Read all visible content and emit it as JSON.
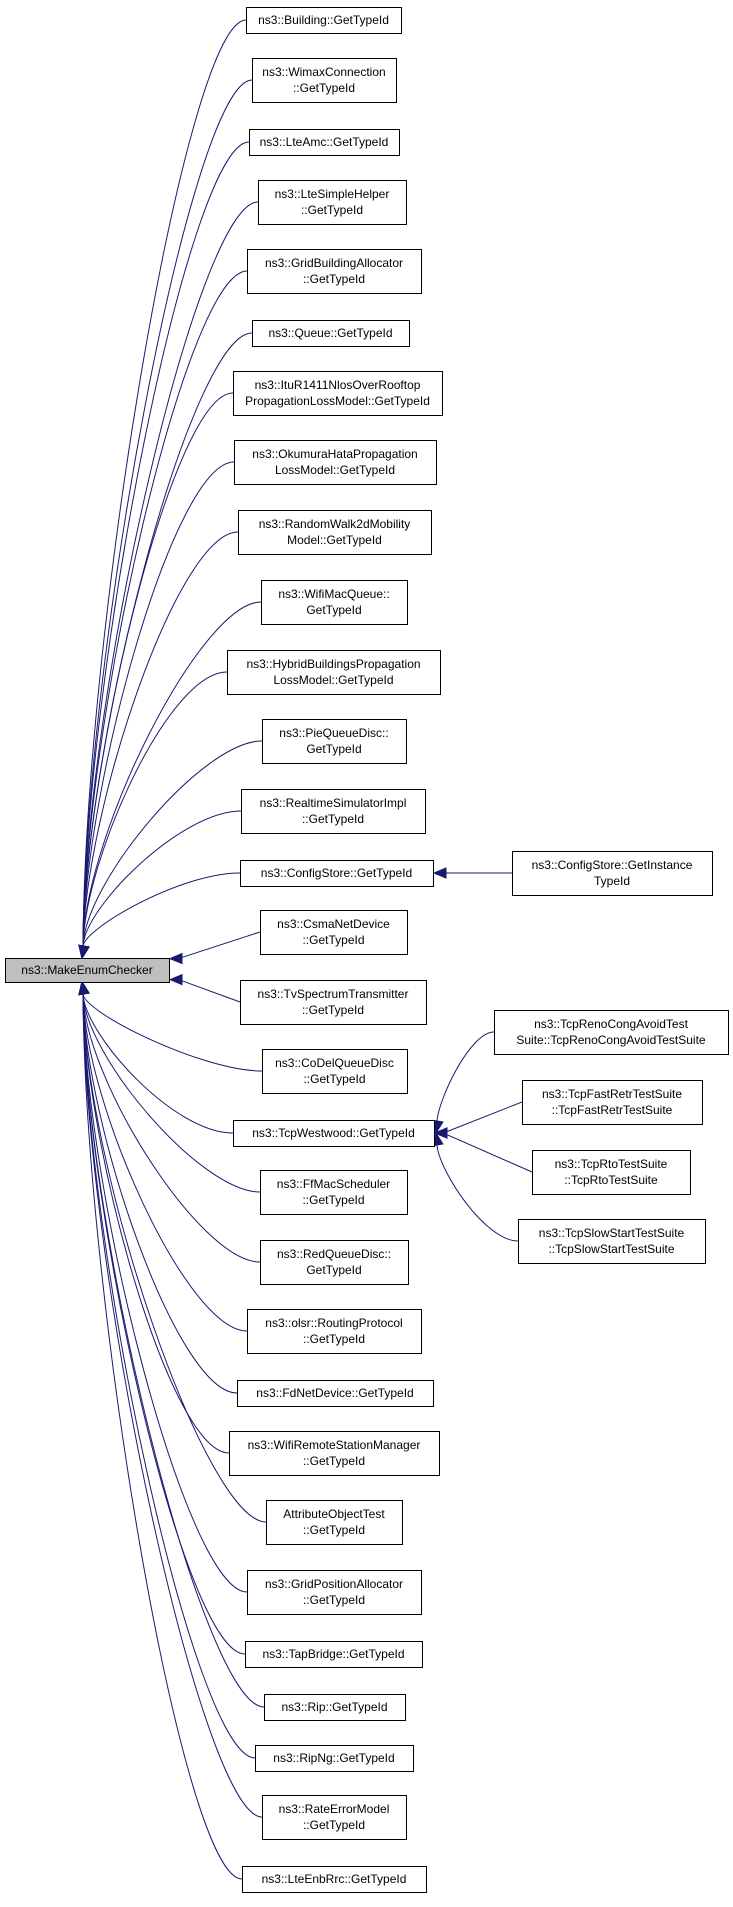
{
  "root": {
    "id": "root",
    "lines": [
      "ns3::MakeEnumChecker"
    ]
  },
  "callers": [
    {
      "id": "n1",
      "lines": [
        "ns3::Building::GetTypeId"
      ]
    },
    {
      "id": "n2",
      "lines": [
        "ns3::WimaxConnection",
        "::GetTypeId"
      ]
    },
    {
      "id": "n3",
      "lines": [
        "ns3::LteAmc::GetTypeId"
      ]
    },
    {
      "id": "n4",
      "lines": [
        "ns3::LteSimpleHelper",
        "::GetTypeId"
      ]
    },
    {
      "id": "n5",
      "lines": [
        "ns3::GridBuildingAllocator",
        "::GetTypeId"
      ]
    },
    {
      "id": "n6",
      "lines": [
        "ns3::Queue::GetTypeId"
      ]
    },
    {
      "id": "n7",
      "lines": [
        "ns3::ItuR1411NlosOverRooftop",
        "PropagationLossModel::GetTypeId"
      ]
    },
    {
      "id": "n8",
      "lines": [
        "ns3::OkumuraHataPropagation",
        "LossModel::GetTypeId"
      ]
    },
    {
      "id": "n9",
      "lines": [
        "ns3::RandomWalk2dMobility",
        "Model::GetTypeId"
      ]
    },
    {
      "id": "n10",
      "lines": [
        "ns3::WifiMacQueue::",
        "GetTypeId"
      ]
    },
    {
      "id": "n11",
      "lines": [
        "ns3::HybridBuildingsPropagation",
        "LossModel::GetTypeId"
      ]
    },
    {
      "id": "n12",
      "lines": [
        "ns3::PieQueueDisc::",
        "GetTypeId"
      ]
    },
    {
      "id": "n13",
      "lines": [
        "ns3::RealtimeSimulatorImpl",
        "::GetTypeId"
      ]
    },
    {
      "id": "n14",
      "lines": [
        "ns3::ConfigStore::GetTypeId"
      ]
    },
    {
      "id": "n15",
      "lines": [
        "ns3::CsmaNetDevice",
        "::GetTypeId"
      ]
    },
    {
      "id": "n16",
      "lines": [
        "ns3::TvSpectrumTransmitter",
        "::GetTypeId"
      ]
    },
    {
      "id": "n17",
      "lines": [
        "ns3::CoDelQueueDisc",
        "::GetTypeId"
      ]
    },
    {
      "id": "n18",
      "lines": [
        "ns3::TcpWestwood::GetTypeId"
      ]
    },
    {
      "id": "n19",
      "lines": [
        "ns3::FfMacScheduler",
        "::GetTypeId"
      ]
    },
    {
      "id": "n20",
      "lines": [
        "ns3::RedQueueDisc::",
        "GetTypeId"
      ]
    },
    {
      "id": "n21",
      "lines": [
        "ns3::olsr::RoutingProtocol",
        "::GetTypeId"
      ]
    },
    {
      "id": "n22",
      "lines": [
        "ns3::FdNetDevice::GetTypeId"
      ]
    },
    {
      "id": "n23",
      "lines": [
        "ns3::WifiRemoteStationManager",
        "::GetTypeId"
      ]
    },
    {
      "id": "n24",
      "lines": [
        "AttributeObjectTest",
        "::GetTypeId"
      ]
    },
    {
      "id": "n25",
      "lines": [
        "ns3::GridPositionAllocator",
        "::GetTypeId"
      ]
    },
    {
      "id": "n26",
      "lines": [
        "ns3::TapBridge::GetTypeId"
      ]
    },
    {
      "id": "n27",
      "lines": [
        "ns3::Rip::GetTypeId"
      ]
    },
    {
      "id": "n28",
      "lines": [
        "ns3::RipNg::GetTypeId"
      ]
    },
    {
      "id": "n29",
      "lines": [
        "ns3::RateErrorModel",
        "::GetTypeId"
      ]
    },
    {
      "id": "n30",
      "lines": [
        "ns3::LteEnbRrc::GetTypeId"
      ]
    }
  ],
  "secondary": [
    {
      "id": "s1",
      "lines": [
        "ns3::ConfigStore::GetInstance",
        "TypeId"
      ]
    },
    {
      "id": "s2",
      "lines": [
        "ns3::TcpRenoCongAvoidTest",
        "Suite::TcpRenoCongAvoidTestSuite"
      ]
    },
    {
      "id": "s3",
      "lines": [
        "ns3::TcpFastRetrTestSuite",
        "::TcpFastRetrTestSuite"
      ]
    },
    {
      "id": "s4",
      "lines": [
        "ns3::TcpRtoTestSuite",
        "::TcpRtoTestSuite"
      ]
    },
    {
      "id": "s5",
      "lines": [
        "ns3::TcpSlowStartTestSuite",
        "::TcpSlowStartTestSuite"
      ]
    }
  ],
  "edges": [
    {
      "from": "n1",
      "to": "root"
    },
    {
      "from": "n2",
      "to": "root"
    },
    {
      "from": "n3",
      "to": "root"
    },
    {
      "from": "n4",
      "to": "root"
    },
    {
      "from": "n5",
      "to": "root"
    },
    {
      "from": "n6",
      "to": "root"
    },
    {
      "from": "n7",
      "to": "root"
    },
    {
      "from": "n8",
      "to": "root"
    },
    {
      "from": "n9",
      "to": "root"
    },
    {
      "from": "n10",
      "to": "root"
    },
    {
      "from": "n11",
      "to": "root"
    },
    {
      "from": "n12",
      "to": "root"
    },
    {
      "from": "n13",
      "to": "root"
    },
    {
      "from": "n14",
      "to": "root"
    },
    {
      "from": "n15",
      "to": "root"
    },
    {
      "from": "n16",
      "to": "root"
    },
    {
      "from": "n17",
      "to": "root"
    },
    {
      "from": "n18",
      "to": "root"
    },
    {
      "from": "n19",
      "to": "root"
    },
    {
      "from": "n20",
      "to": "root"
    },
    {
      "from": "n21",
      "to": "root"
    },
    {
      "from": "n22",
      "to": "root"
    },
    {
      "from": "n23",
      "to": "root"
    },
    {
      "from": "n24",
      "to": "root"
    },
    {
      "from": "n25",
      "to": "root"
    },
    {
      "from": "n26",
      "to": "root"
    },
    {
      "from": "n27",
      "to": "root"
    },
    {
      "from": "n28",
      "to": "root"
    },
    {
      "from": "n29",
      "to": "root"
    },
    {
      "from": "n30",
      "to": "root"
    },
    {
      "from": "s1",
      "to": "n14"
    },
    {
      "from": "s2",
      "to": "n18"
    },
    {
      "from": "s3",
      "to": "n18"
    },
    {
      "from": "s4",
      "to": "n18"
    },
    {
      "from": "s5",
      "to": "n18"
    }
  ]
}
